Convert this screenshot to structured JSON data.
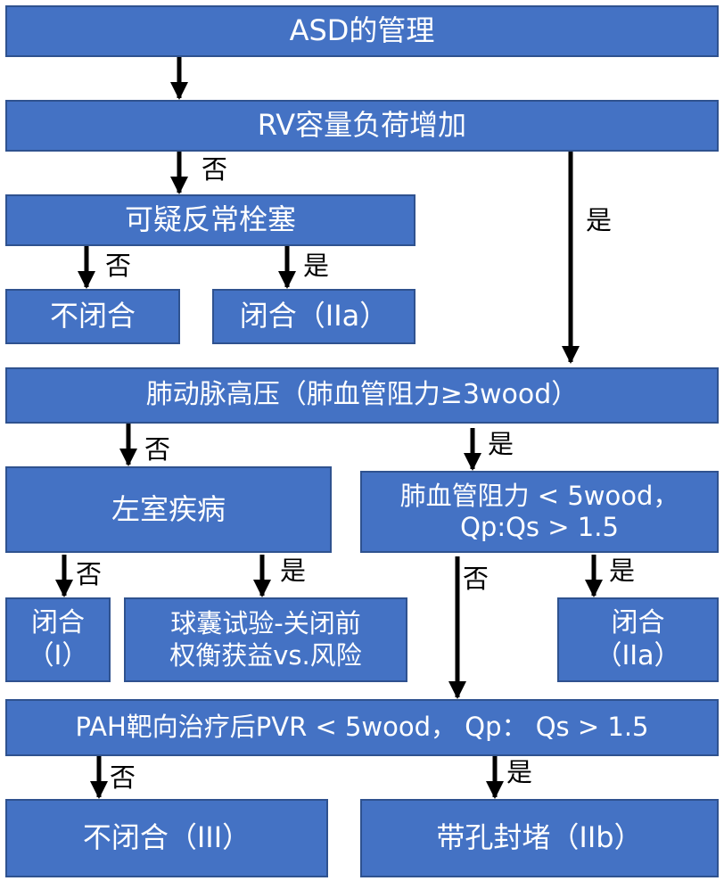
{
  "boxes": {
    "asd": [
      "ASD的管理"
    ],
    "rv": [
      "RV容量负荷增加"
    ],
    "embolism": [
      "可疑反常栓塞"
    ],
    "no_close_1": [
      "不闭合"
    ],
    "close_iia_1": [
      "闭合（IIa）"
    ],
    "pah": [
      "肺动脉高压（肺血管阻力≥3wood）"
    ],
    "left_ventricle": [
      "左室疾病"
    ],
    "pvr": [
      "肺血管阻力 < 5wood，",
      "Qp:Qs > 1.5"
    ],
    "close_i": [
      "闭合",
      "（I）"
    ],
    "balloon": [
      "球囊试验-关闭前",
      "权衡获益vs.风险"
    ],
    "close_iia_2": [
      "闭合",
      "（IIa）"
    ],
    "pah_target": [
      "PAH靶向治疗后PVR < 5wood， Qp： Qs > 1.5"
    ],
    "no_close_iii": [
      "不闭合（III）"
    ],
    "fenestrated": [
      "带孔封堵（IIb）"
    ]
  },
  "labels": {
    "yes": "是",
    "no": "否"
  },
  "colors": {
    "box_fill": "#4472c4",
    "box_border": "#2f528f",
    "box_text": "#ffffff",
    "arrow": "#000000"
  }
}
